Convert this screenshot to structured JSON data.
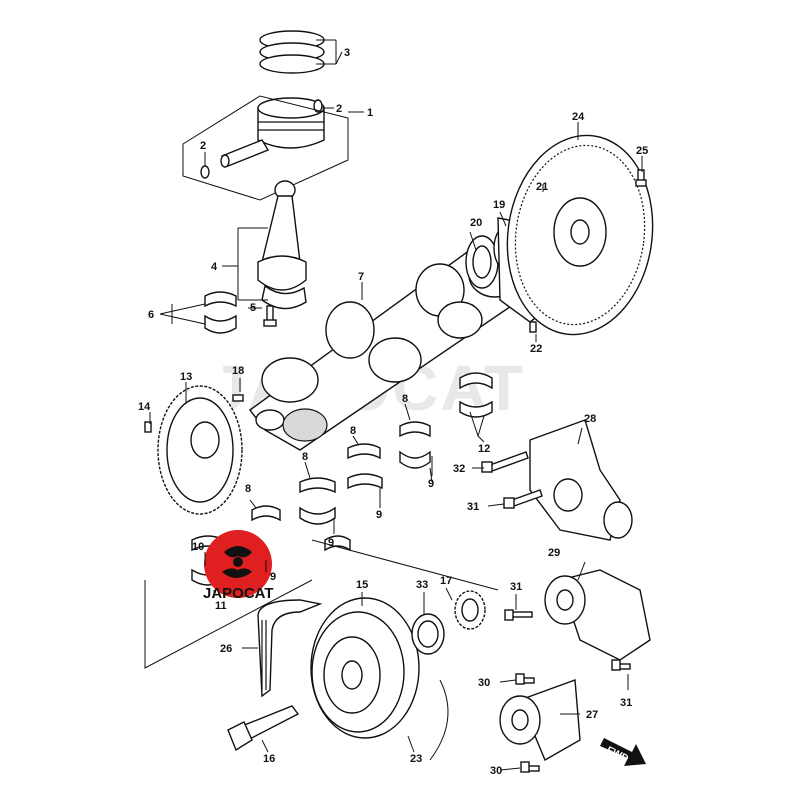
{
  "watermark": "JAPOCAT",
  "logo": {
    "text": "JAPOCAT",
    "color": "#e02020"
  },
  "direction_marker": "FWD",
  "callouts": [
    "1",
    "2",
    "2",
    "3",
    "4",
    "5",
    "6",
    "7",
    "8",
    "8",
    "8",
    "8",
    "9",
    "9",
    "9",
    "9",
    "10",
    "11",
    "12",
    "13",
    "14",
    "15",
    "16",
    "17",
    "18",
    "19",
    "20",
    "21",
    "22",
    "23",
    "24",
    "25",
    "26",
    "27",
    "28",
    "29",
    "30",
    "30",
    "31",
    "31",
    "31",
    "32",
    "33"
  ],
  "callout_labels": {
    "c1": "1",
    "c2a": "2",
    "c2b": "2",
    "c3": "3",
    "c4": "4",
    "c5": "5",
    "c6": "6",
    "c7": "7",
    "c8a": "8",
    "c8b": "8",
    "c8c": "8",
    "c8d": "8",
    "c9a": "9",
    "c9b": "9",
    "c9c": "9",
    "c9d": "9",
    "c10": "10",
    "c11": "11",
    "c12": "12",
    "c13": "13",
    "c14": "14",
    "c15": "15",
    "c16": "16",
    "c17": "17",
    "c18": "18",
    "c19": "19",
    "c20": "20",
    "c21": "21",
    "c22": "22",
    "c23": "23",
    "c24": "24",
    "c25": "25",
    "c26": "26",
    "c27": "27",
    "c28": "28",
    "c29": "29",
    "c30a": "30",
    "c30b": "30",
    "c31a": "31",
    "c31b": "31",
    "c31c": "31",
    "c32": "32",
    "c33": "33"
  }
}
